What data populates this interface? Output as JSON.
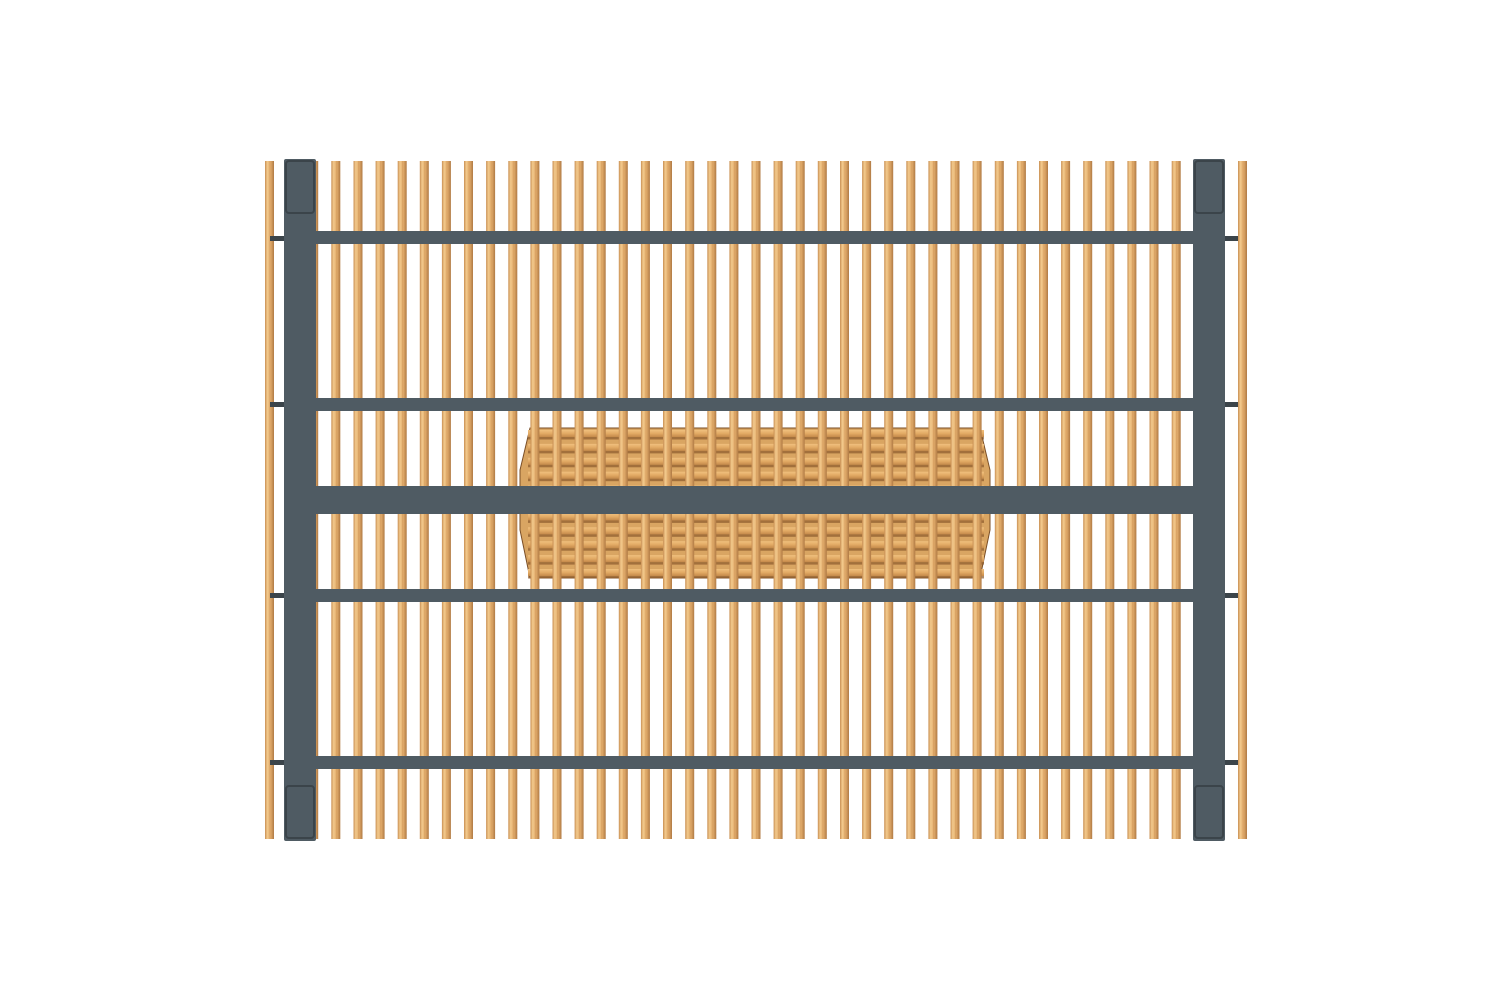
{
  "image": {
    "subject": "pergola-top-view",
    "background": "#ffffff"
  },
  "colors": {
    "frame": "#4f5b63",
    "frame_shadow": "#3b444a",
    "slat_light": "#f2c98c",
    "slat_mid": "#e3ad6c",
    "slat_dark": "#c88e52",
    "slat_edge": "#b07a44",
    "bench_slat": "#e2aa64",
    "bench_dark": "#8a5a2c"
  },
  "structure": {
    "roof_slat_count": 45,
    "bench_slat_count": 11
  }
}
